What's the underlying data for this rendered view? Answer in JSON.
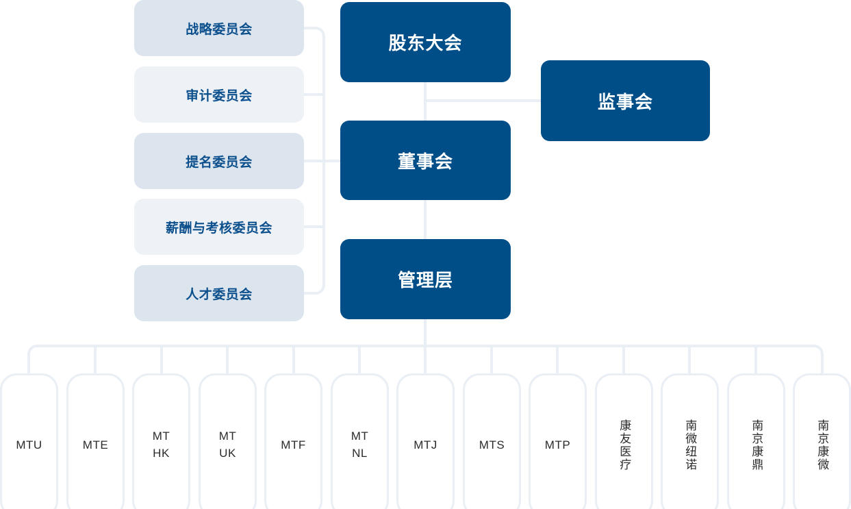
{
  "theme": {
    "primary_color": "#004e88",
    "committee_tint_dark": "#dce5ee",
    "committee_tint_light": "#eef2f6",
    "committee_text_color": "#0b4f8c",
    "connector_color": "#e9eff5",
    "card_border_color": "#e9eff5",
    "card_text_color": "#2b2b2b",
    "background": "#ffffff"
  },
  "governance": {
    "shareholders_meeting": "股东大会",
    "board_of_directors": "董事会",
    "management": "管理层",
    "board_of_supervisors": "监事会"
  },
  "committees": [
    {
      "label": "战略委员会",
      "tint": "dark"
    },
    {
      "label": "审计委员会",
      "tint": "light"
    },
    {
      "label": "提名委员会",
      "tint": "dark"
    },
    {
      "label": "薪酬与考核委员会",
      "tint": "light"
    },
    {
      "label": "人才委员会",
      "tint": "dark"
    }
  ],
  "subsidiaries": [
    {
      "label": "MTU",
      "orientation": "horizontal"
    },
    {
      "label": "MTE",
      "orientation": "horizontal"
    },
    {
      "label": "MT\nHK",
      "orientation": "horizontal"
    },
    {
      "label": "MT\nUK",
      "orientation": "horizontal"
    },
    {
      "label": "MTF",
      "orientation": "horizontal"
    },
    {
      "label": "MT\nNL",
      "orientation": "horizontal"
    },
    {
      "label": "MTJ",
      "orientation": "horizontal"
    },
    {
      "label": "MTS",
      "orientation": "horizontal"
    },
    {
      "label": "MTP",
      "orientation": "horizontal"
    },
    {
      "label": "康友医疗",
      "orientation": "vertical"
    },
    {
      "label": "南微纽诺",
      "orientation": "vertical"
    },
    {
      "label": "南京康鼎",
      "orientation": "vertical"
    },
    {
      "label": "南京康微",
      "orientation": "vertical"
    }
  ]
}
